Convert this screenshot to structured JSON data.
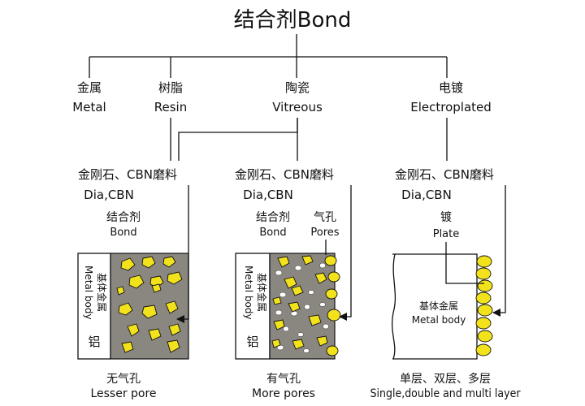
{
  "title": "结合剂Bond",
  "bond_types": [
    {
      "cn": "金属",
      "en": "Metal"
    },
    {
      "cn": "树脂",
      "en": "Resin"
    },
    {
      "cn": "陶瓷",
      "en": "Vitreous"
    },
    {
      "cn": "电镀",
      "en": "Electroplated"
    }
  ],
  "panels": [
    {
      "abrasive_cn": "金刚石、CBN磨料",
      "abrasive_en": "Dia,CBN",
      "bond_cn": "结合剂",
      "bond_en": "Bond",
      "body_cn": "基体金属",
      "body_en": "Metal body",
      "aluminum": "铝",
      "bottom_cn": "无气孔",
      "bottom_en": "Lesser pore"
    },
    {
      "abrasive_cn": "金刚石、CBN磨料",
      "abrasive_en": "Dia,CBN",
      "bond_cn": "结合剂",
      "bond_en": "Bond",
      "pores_cn": "气孔",
      "pores_en": "Pores",
      "body_cn": "基体金属",
      "body_en": "Metal body",
      "aluminum": "铝",
      "bottom_cn": "有气孔",
      "bottom_en": "More pores"
    },
    {
      "abrasive_cn": "金刚石、CBN磨料",
      "abrasive_en": "Dia,CBN",
      "plate_cn": "镀",
      "plate_en": "Plate",
      "body_cn": "基体金属",
      "body_en": "Metal body",
      "bottom_cn": "单层、双层、多层",
      "bottom_en": "Single,double and multi layer"
    }
  ],
  "colors": {
    "grain": "#f2e21c",
    "bond_matrix": "#8a8680",
    "line": "#111111"
  }
}
